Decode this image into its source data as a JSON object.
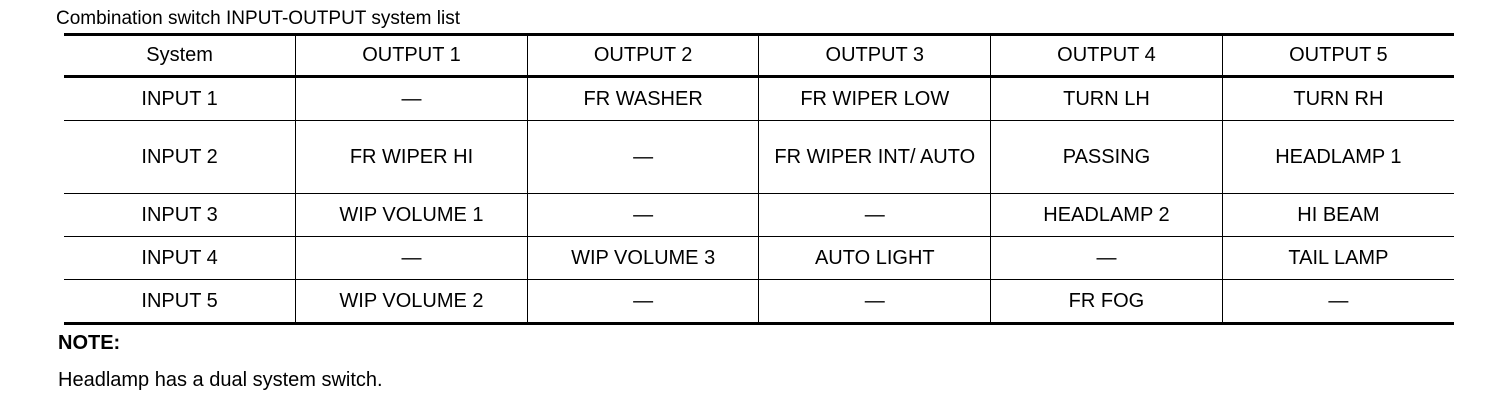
{
  "caption": "Combination switch INPUT-OUTPUT system list",
  "table": {
    "headers": [
      "System",
      "OUTPUT 1",
      "OUTPUT 2",
      "OUTPUT 3",
      "OUTPUT 4",
      "OUTPUT 5"
    ],
    "rows": [
      [
        "INPUT 1",
        "—",
        "FR WASHER",
        "FR WIPER LOW",
        "TURN LH",
        "TURN RH"
      ],
      [
        "INPUT 2",
        "FR WIPER HI",
        "—",
        "FR WIPER INT/ AUTO",
        "PASSING",
        "HEADLAMP 1"
      ],
      [
        "INPUT 3",
        "WIP VOLUME 1",
        "—",
        "—",
        "HEADLAMP 2",
        "HI BEAM"
      ],
      [
        "INPUT 4",
        "—",
        "WIP VOLUME 3",
        "AUTO LIGHT",
        "—",
        "TAIL LAMP"
      ],
      [
        "INPUT 5",
        "WIP VOLUME 2",
        "—",
        "—",
        "FR FOG",
        "—"
      ]
    ]
  },
  "note": {
    "title": "NOTE:",
    "text": "Headlamp has a dual system switch."
  }
}
